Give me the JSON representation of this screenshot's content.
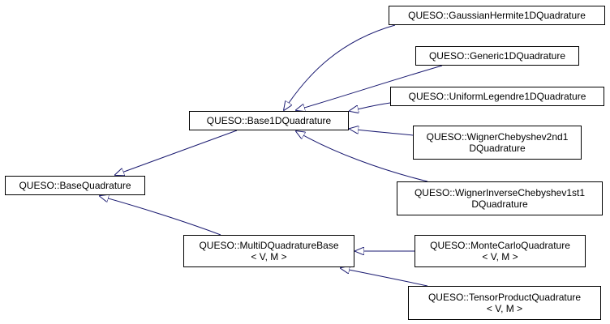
{
  "nodes": {
    "base_quadrature": {
      "lines": [
        "QUESO::BaseQuadrature"
      ]
    },
    "base_1d_quadrature": {
      "lines": [
        "QUESO::Base1DQuadrature"
      ]
    },
    "multi_d_quadrature_base": {
      "lines": [
        "QUESO::MultiDQuadratureBase",
        "< V, M >"
      ]
    },
    "gaussian_hermite": {
      "lines": [
        "QUESO::GaussianHermite1DQuadrature"
      ]
    },
    "generic_1d": {
      "lines": [
        "QUESO::Generic1DQuadrature"
      ]
    },
    "uniform_legendre": {
      "lines": [
        "QUESO::UniformLegendre1DQuadrature"
      ]
    },
    "wigner_chebyshev_2nd": {
      "lines": [
        "QUESO::WignerChebyshev2nd1",
        "DQuadrature"
      ]
    },
    "wigner_inverse_chebyshev_1st": {
      "lines": [
        "QUESO::WignerInverseChebyshev1st1",
        "DQuadrature"
      ]
    },
    "monte_carlo": {
      "lines": [
        "QUESO::MonteCarloQuadrature",
        "< V, M >"
      ]
    },
    "tensor_product": {
      "lines": [
        "QUESO::TensorProductQuadrature",
        "< V, M >"
      ]
    }
  },
  "inheritance": [
    {
      "child": "base_1d_quadrature",
      "parent": "base_quadrature"
    },
    {
      "child": "multi_d_quadrature_base",
      "parent": "base_quadrature"
    },
    {
      "child": "gaussian_hermite",
      "parent": "base_1d_quadrature"
    },
    {
      "child": "generic_1d",
      "parent": "base_1d_quadrature"
    },
    {
      "child": "uniform_legendre",
      "parent": "base_1d_quadrature"
    },
    {
      "child": "wigner_chebyshev_2nd",
      "parent": "base_1d_quadrature"
    },
    {
      "child": "wigner_inverse_chebyshev_1st",
      "parent": "base_1d_quadrature"
    },
    {
      "child": "monte_carlo",
      "parent": "multi_d_quadrature_base"
    },
    {
      "child": "tensor_product",
      "parent": "multi_d_quadrature_base"
    }
  ],
  "colors": {
    "edge": "#191970",
    "node_border": "#000000",
    "node_fill": "#ffffff"
  }
}
